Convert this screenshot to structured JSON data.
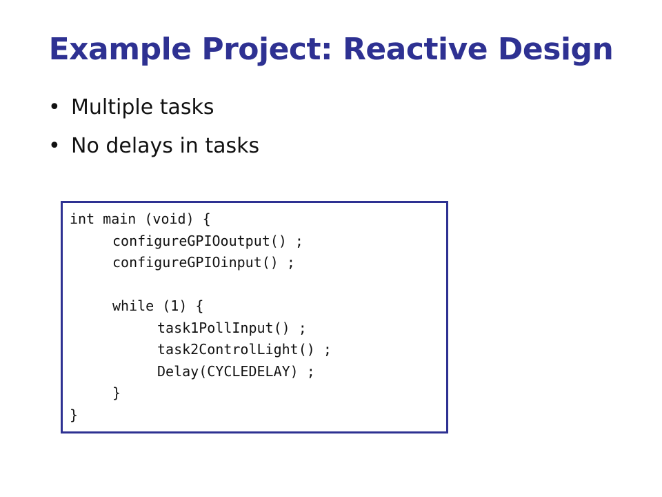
{
  "slide": {
    "title": "Example Project: Reactive Design",
    "bullets": [
      {
        "text": "Multiple tasks"
      },
      {
        "text": "No delays in tasks"
      }
    ],
    "bullet_marker": "•",
    "code": {
      "lines": [
        {
          "text": "int main (void) {",
          "indent": 0
        },
        {
          "text": "configureGPIOoutput() ;",
          "indent": 1
        },
        {
          "text": "configureGPIOinput() ;",
          "indent": 1
        },
        {
          "text": "",
          "indent": 0
        },
        {
          "text": "while (1) {",
          "indent": 1
        },
        {
          "text": "task1PollInput() ;",
          "indent": 2
        },
        {
          "text": "task2ControlLight() ;",
          "indent": 2
        },
        {
          "text": "Delay(CYCLEDELAY) ;",
          "indent": 2
        },
        {
          "text": "}",
          "indent": 1
        },
        {
          "text": "}",
          "indent": 0
        }
      ]
    },
    "colors": {
      "title": "#2e3192",
      "code_border": "#2e3192",
      "text": "#111111",
      "background": "#ffffff"
    }
  }
}
